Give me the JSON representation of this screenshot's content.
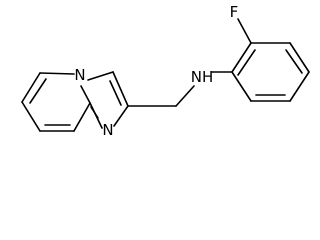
{
  "molecule": {
    "atom_labels": {
      "fluorine": "F",
      "amine": "NH",
      "imidazole_n": "N",
      "bridgehead_n": "N"
    },
    "colors": {
      "bond": "#000000",
      "label": "#000000",
      "background": "#ffffff"
    }
  }
}
